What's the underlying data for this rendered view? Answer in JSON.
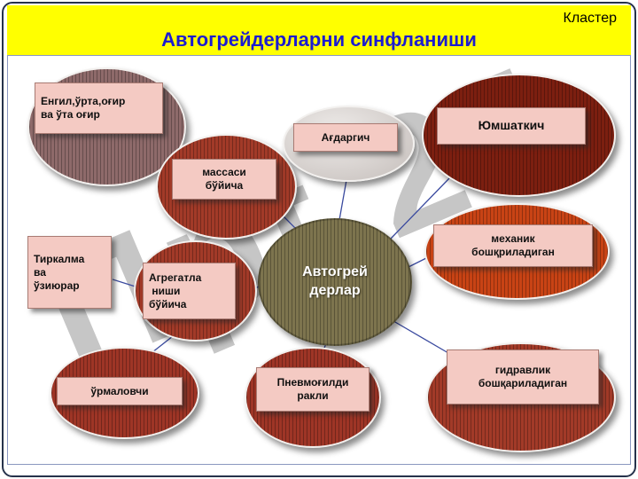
{
  "slide": {
    "corner_label": "Кластер",
    "title": "Автогрейдерларни синфланиши",
    "title_color": "#1c1cd0",
    "band_color": "#ffff00"
  },
  "watermark": {
    "text": "Прt 24"
  },
  "nodes": {
    "center": {
      "label": "Автогрей\nдерлар",
      "fill": "#7d744e"
    },
    "weight": {
      "label": "Енгил,ўрта,оғир\nва ўта оғир",
      "fill": "#8e6a6a"
    },
    "mass": {
      "label": "массаси\nбўйича",
      "fill": "#a23a28"
    },
    "blade": {
      "label": "Ағдаргич",
      "fill": "#d9d4d2"
    },
    "ripper": {
      "label": "Юмшаткич",
      "fill": "#7c1f10"
    },
    "towed": {
      "label": "Тиркалма\nва\nўзиюрар",
      "fill": "#f4cac3"
    },
    "aggregate": {
      "label": "Агрегатла\n ниши\nбўйича",
      "fill": "#a23a28"
    },
    "mechanic": {
      "label": "механик\nбошқриладиган",
      "fill": "#c84315"
    },
    "crawler": {
      "label": "ўрмаловчи",
      "fill": "#9e3526"
    },
    "pneumatic": {
      "label": "Пневмоғилди\nракли",
      "fill": "#9e3526"
    },
    "hydraulic": {
      "label": "гидравлик\nбошқариладиган",
      "fill": "#a23a28"
    }
  },
  "edges": [
    [
      "weight",
      "mass"
    ],
    [
      "mass",
      "center"
    ],
    [
      "blade",
      "center"
    ],
    [
      "ripper",
      "center"
    ],
    [
      "mechanic",
      "center"
    ],
    [
      "towed",
      "aggregate"
    ],
    [
      "aggregate",
      "center"
    ],
    [
      "aggregate",
      "crawler"
    ],
    [
      "center",
      "pneumatic"
    ],
    [
      "center",
      "hydraulic"
    ]
  ],
  "colors": {
    "label_bg": "#f4cac3",
    "line": "#3a4a9f",
    "band": "#ffff00",
    "title": "#1c1cd0"
  }
}
